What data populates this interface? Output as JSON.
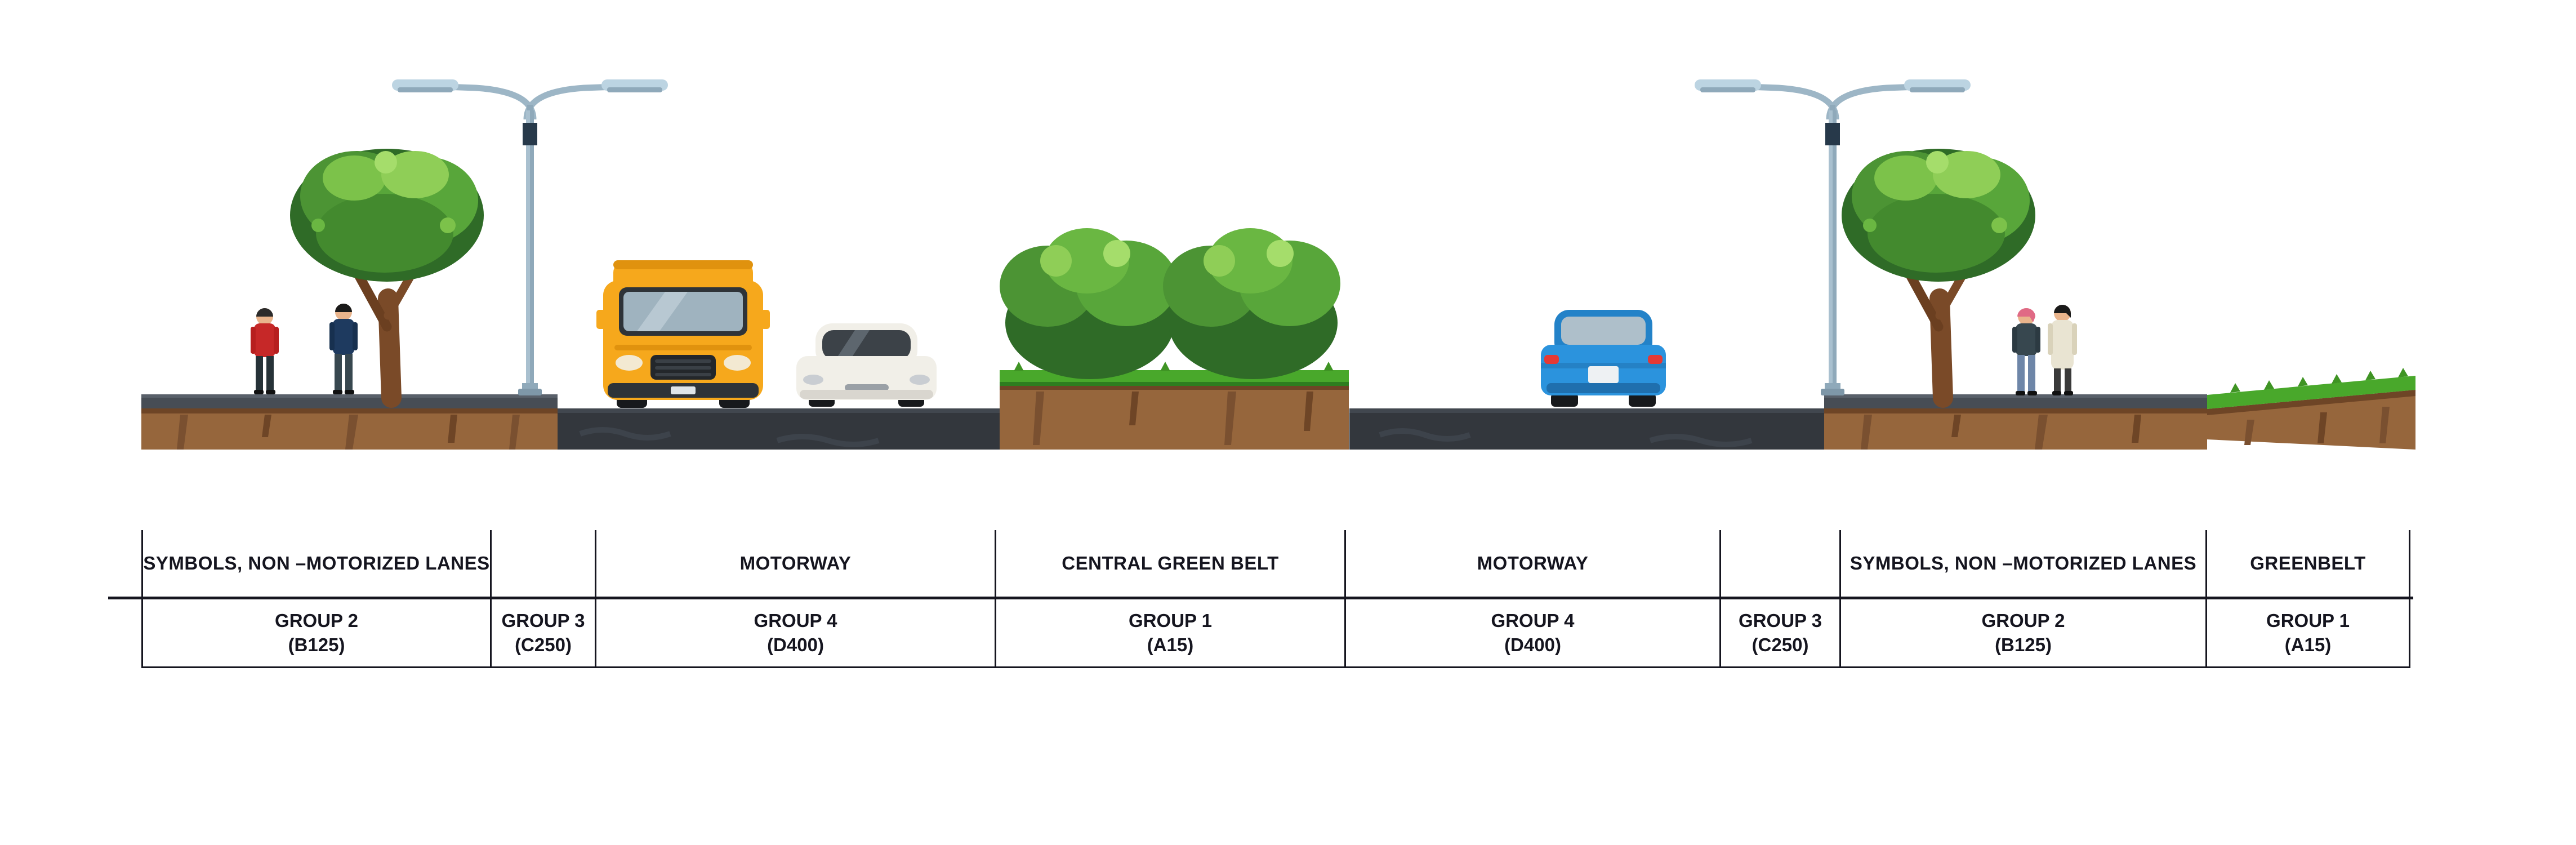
{
  "scene": {
    "objects": [
      "pedestrians",
      "tree",
      "street-light",
      "yellow-van",
      "white-car",
      "central-green-belt-bushes",
      "blue-car",
      "street-light",
      "tree",
      "pedestrians",
      "greenbelt-slope"
    ],
    "colors": {
      "asphalt": "#33373d",
      "soil": "#96663c",
      "grass": "#49a82b",
      "pavement": "#474d55",
      "van_yellow": "#f6a81c",
      "car_white": "#f1efe8",
      "car_blue": "#2b93dd",
      "pole_steel": "#a9c0cf",
      "table_line": "#15151f"
    }
  },
  "table": {
    "columns": [
      {
        "zone": "SYMBOLS, NON –MOTORIZED LANES",
        "group": "GROUP 2",
        "load_class": "(B125)"
      },
      {
        "zone": "",
        "group": "GROUP 3",
        "load_class": "(C250)"
      },
      {
        "zone": "MOTORWAY",
        "group": "GROUP 4",
        "load_class": "(D400)"
      },
      {
        "zone": "CENTRAL GREEN BELT",
        "group": "GROUP 1",
        "load_class": "(A15)"
      },
      {
        "zone": "MOTORWAY",
        "group": "GROUP 4",
        "load_class": "(D400)"
      },
      {
        "zone": "",
        "group": "GROUP 3",
        "load_class": "(C250)"
      },
      {
        "zone": "SYMBOLS, NON –MOTORIZED LANES",
        "group": "GROUP 2",
        "load_class": "(B125)"
      },
      {
        "zone": "GREENBELT",
        "group": "GROUP 1",
        "load_class": "(A15)"
      }
    ]
  }
}
